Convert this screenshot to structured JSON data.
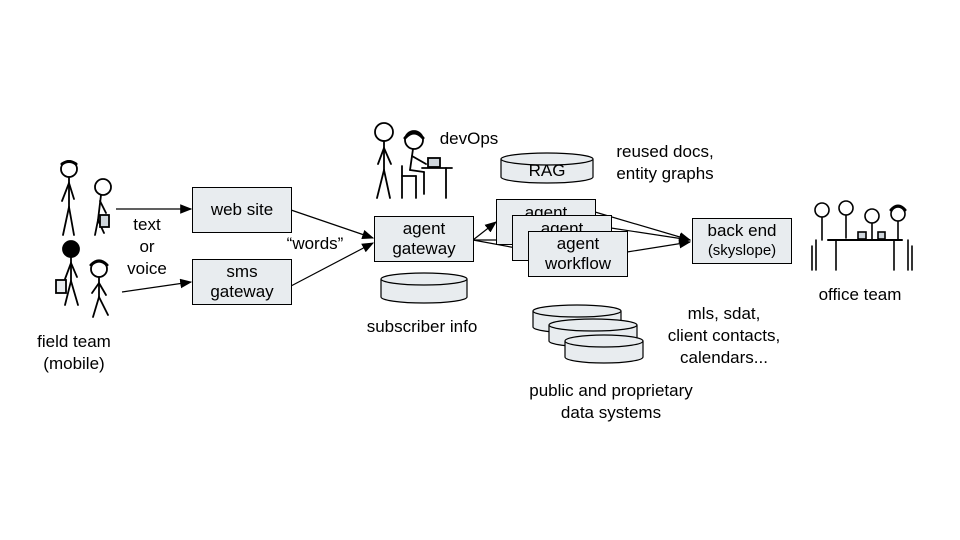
{
  "actors": {
    "field_team": [
      "field team",
      "(mobile)"
    ],
    "dev_ops": "devOps",
    "office_team": "office team"
  },
  "edge_labels": {
    "input_mode": [
      "text",
      "or",
      "voice"
    ],
    "words": "“words”"
  },
  "nodes": {
    "web_site": "web site",
    "sms_gateway": [
      "sms",
      "gateway"
    ],
    "agent_gateway": [
      "agent",
      "gateway"
    ],
    "agent_back": "agent",
    "agent_mid": "agent",
    "agent_workflow": [
      "agent",
      "workflow"
    ],
    "back_end": [
      "back end",
      "(skyslope)"
    ],
    "rag": "RAG"
  },
  "annotations": {
    "rag_note": [
      "reused docs,",
      "entity graphs"
    ],
    "subscriber_info": "subscriber info",
    "data_note": [
      "mls, sdat,",
      "client contacts,",
      "calendars..."
    ],
    "data_systems": [
      "public and proprietary",
      "data systems"
    ]
  }
}
